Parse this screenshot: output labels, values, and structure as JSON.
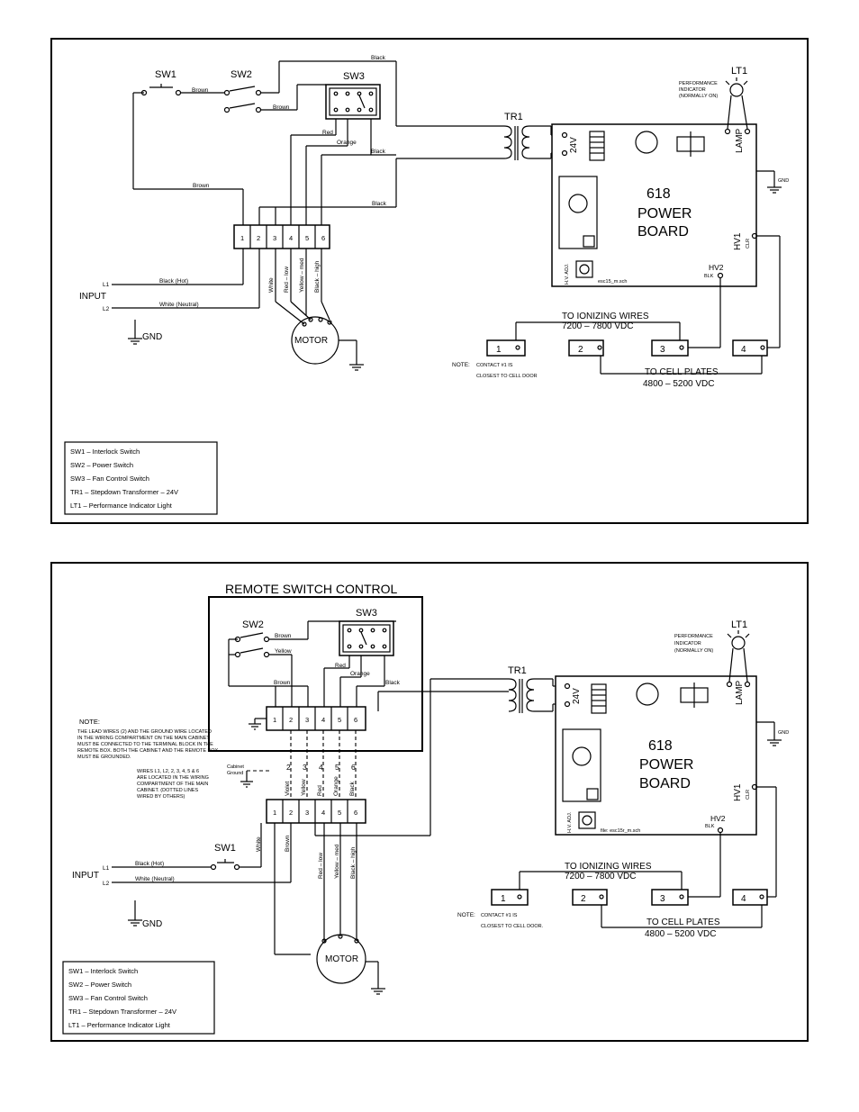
{
  "diagram1": {
    "sw1": "SW1",
    "sw2": "SW2",
    "sw3": "SW3",
    "tr1": "TR1",
    "lt1": "LT1",
    "wire_brown_sw2": "Brown",
    "wire_brown_sw2b": "Brown",
    "wire_black_top": "Black",
    "wire_red": "Red",
    "wire_orange": "Orange",
    "wire_black_mid": "Black",
    "wire_brown_left": "Brown",
    "wire_black_right": "Black",
    "performance_indicator": [
      "PERFORMANCE",
      "INDICATOR",
      "(NORMALLY ON)"
    ],
    "board": [
      "618",
      "POWER",
      "BOARD"
    ],
    "v24": "24V",
    "lamp": "LAMP",
    "gnd_small": "GND",
    "hv1": "HV1",
    "clr": "CLR",
    "hv2": "HV2",
    "blk": "BLK",
    "hv_adj": "H.V. ADJ.",
    "sch_name": "esc15_m.sch",
    "l1": "L1",
    "l2": "L2",
    "input": "INPUT",
    "gnd": "GND",
    "black_hot": "Black (Hot)",
    "white_neutral": "White (Neutral)",
    "motor": "MOTOR",
    "terminal_top": [
      "1",
      "2",
      "3",
      "4",
      "5",
      "6"
    ],
    "vert_labels": [
      "White",
      "Red – low",
      "Yellow – med",
      "Black – high"
    ],
    "to_ionizing": "TO IONIZING WIRES",
    "ionizing_v": "7200 – 7800 VDC",
    "to_cell": "TO CELL PLATES",
    "cell_v": "4800 – 5200 VDC",
    "contacts": [
      "1",
      "2",
      "3",
      "4"
    ],
    "note_label": "NOTE:",
    "note_text": [
      "CONTACT #1 IS",
      "CLOSEST TO CELL DOOR"
    ],
    "legend": [
      "SW1 – Interlock Switch",
      "SW2 – Power Switch",
      "SW3 – Fan Control Switch",
      "TR1 – Stepdown Transformer – 24V",
      "LT1 – Performance Indicator Light"
    ]
  },
  "diagram2": {
    "remote_title": "REMOTE SWITCH CONTROL",
    "sw2": "SW2",
    "sw3": "SW3",
    "sw1": "SW1",
    "tr1": "TR1",
    "lt1": "LT1",
    "wire_brown": "Brown",
    "wire_yellow": "Yellow",
    "wire_brown2": "Brown",
    "wire_red": "Red",
    "wire_orange": "Orange",
    "wire_black": "Black",
    "note_label": "NOTE:",
    "note_text": [
      "THE LEAD WIRES (2) AND THE GROUND WIRE LOCATED",
      "IN THE WIRING COMPARTMENT ON THE MAIN CABINET",
      "MUST BE CONNECTED TO THE TERMINAL BLOCK IN THE",
      "REMOTE BOX. BOTH THE CABINET AND THE REMOTE BOX",
      "MUST BE GROUNDED."
    ],
    "wires_note": [
      "WIRES L1, L2, 2, 3, 4, 5 & 6",
      "ARE LOCATED IN THE WIRING",
      "COMPARTMENT OF THE MAIN",
      "CABINET. (DOTTED LINES",
      "WIRED BY OTHERS)"
    ],
    "cabinet_ground": [
      "Cabinet",
      "Ground"
    ],
    "dashed_nums": [
      "2",
      "3",
      "4",
      "5",
      "6"
    ],
    "vert_upper": [
      "Violet",
      "Yellow",
      "Red",
      "Orange",
      "Black"
    ],
    "vert_lower_left": [
      "White",
      "Brown"
    ],
    "vert_lower": [
      "Red – low",
      "Yellow – med",
      "Black – high"
    ],
    "terminal": [
      "1",
      "2",
      "3",
      "4",
      "5",
      "6"
    ],
    "l1": "L1",
    "l2": "L2",
    "input": "INPUT",
    "gnd": "GND",
    "black_hot": "Black (Hot)",
    "white_neutral": "White (Neutral)",
    "motor": "MOTOR",
    "performance_indicator": [
      "PERFORMANCE",
      "INDICATOR",
      "(NORMALLY ON)"
    ],
    "board": [
      "618",
      "POWER",
      "BOARD"
    ],
    "v24": "24V",
    "lamp": "LAMP",
    "gnd_small": "GND",
    "hv1": "HV1",
    "clr": "CLR",
    "hv2": "HV2",
    "blk": "BLK",
    "hv_adj": "H.V. ADJ.",
    "sch_name": "file: esc15r_m.sch",
    "to_ionizing": "TO IONIZING WIRES",
    "ionizing_v": "7200 – 7800 VDC",
    "to_cell": "TO CELL PLATES",
    "cell_v": "4800 – 5200 VDC",
    "contacts": [
      "1",
      "2",
      "3",
      "4"
    ],
    "note2_label": "NOTE:",
    "note2_text": [
      "CONTACT #1 IS",
      "CLOSEST TO CELL DOOR."
    ],
    "legend": [
      "SW1 – Interlock Switch",
      "SW2 – Power Switch",
      "SW3 – Fan Control Switch",
      "TR1 – Stepdown Transformer – 24V",
      "LT1 – Performance Indicator Light"
    ]
  }
}
